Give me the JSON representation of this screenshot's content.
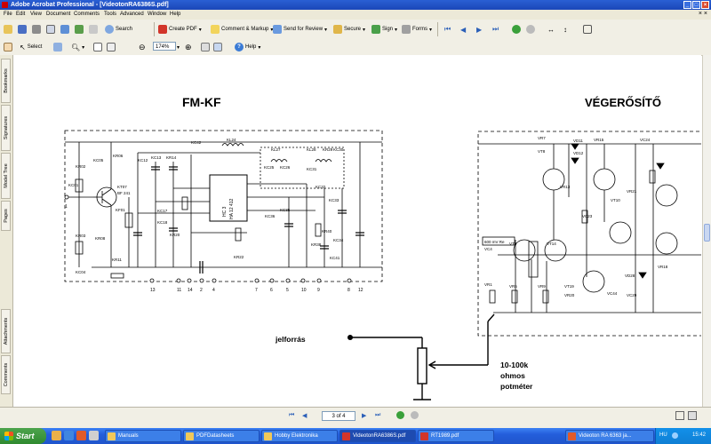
{
  "window": {
    "title": "Adobe Acrobat Professional - [VideotonRA6386S.pdf]"
  },
  "menu": [
    "File",
    "Edit",
    "View",
    "Document",
    "Comments",
    "Tools",
    "Advanced",
    "Window",
    "Help"
  ],
  "toolbar1": {
    "search": "Search",
    "create_pdf": "Create PDF",
    "comment_markup": "Comment & Markup",
    "send_review": "Send for Review",
    "secure": "Secure",
    "sign": "Sign",
    "forms": "Forms"
  },
  "toolbar2": {
    "select": "Select",
    "zoom": "174%",
    "help": "Help"
  },
  "left_tabs": [
    "Bookmarks",
    "Signatures",
    "Model Tree",
    "Pages",
    "Attachments",
    "Comments"
  ],
  "schematic": {
    "title_left": "FM-KF",
    "title_right": "VÉGERŐSÍTŐ",
    "source_label": "jelforrás",
    "pot_label_1": "10-100k",
    "pot_label_2": "ohmos",
    "pot_label_3": "potméter",
    "ic_label": "HA 12 412",
    "ic_label2": "HC 3",
    "freq_label": "600 mV Re",
    "components": [
      "KR02",
      "KC05",
      "KR06",
      "KC01",
      "KT07",
      "BF 241",
      "KF01",
      "KR03",
      "KR08",
      "KR11",
      "KC04",
      "KC12",
      "KC13",
      "KR14",
      "KC42",
      "KL24",
      "KL27",
      "KC25",
      "KC26",
      "KL28",
      "KR29",
      "KC30",
      "KC17",
      "KC18",
      "KR20",
      "KC36",
      "KC35",
      "KC31",
      "KC32",
      "KC33",
      "KR40",
      "KC34",
      "KC41",
      "KR22",
      "KR38",
      "VR7",
      "VT8",
      "VD11",
      "VD12",
      "VR13",
      "VR15",
      "VC23",
      "VT10",
      "VR21",
      "VC24",
      "VC4",
      "VT6",
      "VT14",
      "VR1",
      "VR5",
      "VR9",
      "VT19",
      "VR20",
      "VC44",
      "VC29",
      "VD28",
      "VR18"
    ],
    "pin_numbers": [
      "13",
      "11",
      "14",
      "2",
      "4",
      "7",
      "6",
      "5",
      "10",
      "9",
      "8",
      "12",
      "1"
    ]
  },
  "navigation": {
    "page_indicator": "3 of 4"
  },
  "taskbar": {
    "start": "Start",
    "tasks": [
      "Manuals",
      "PDFDatasheets",
      "Hobby Elektronika",
      "VideotonRA6386S.pdf",
      "RT1989.pdf",
      "Videoton RA 6363 ja..."
    ],
    "language": "HU",
    "time": "15:42"
  },
  "colors": {
    "titlebar": "#2058c8",
    "taskbar": "#245edb",
    "start": "#2f8a2f"
  }
}
